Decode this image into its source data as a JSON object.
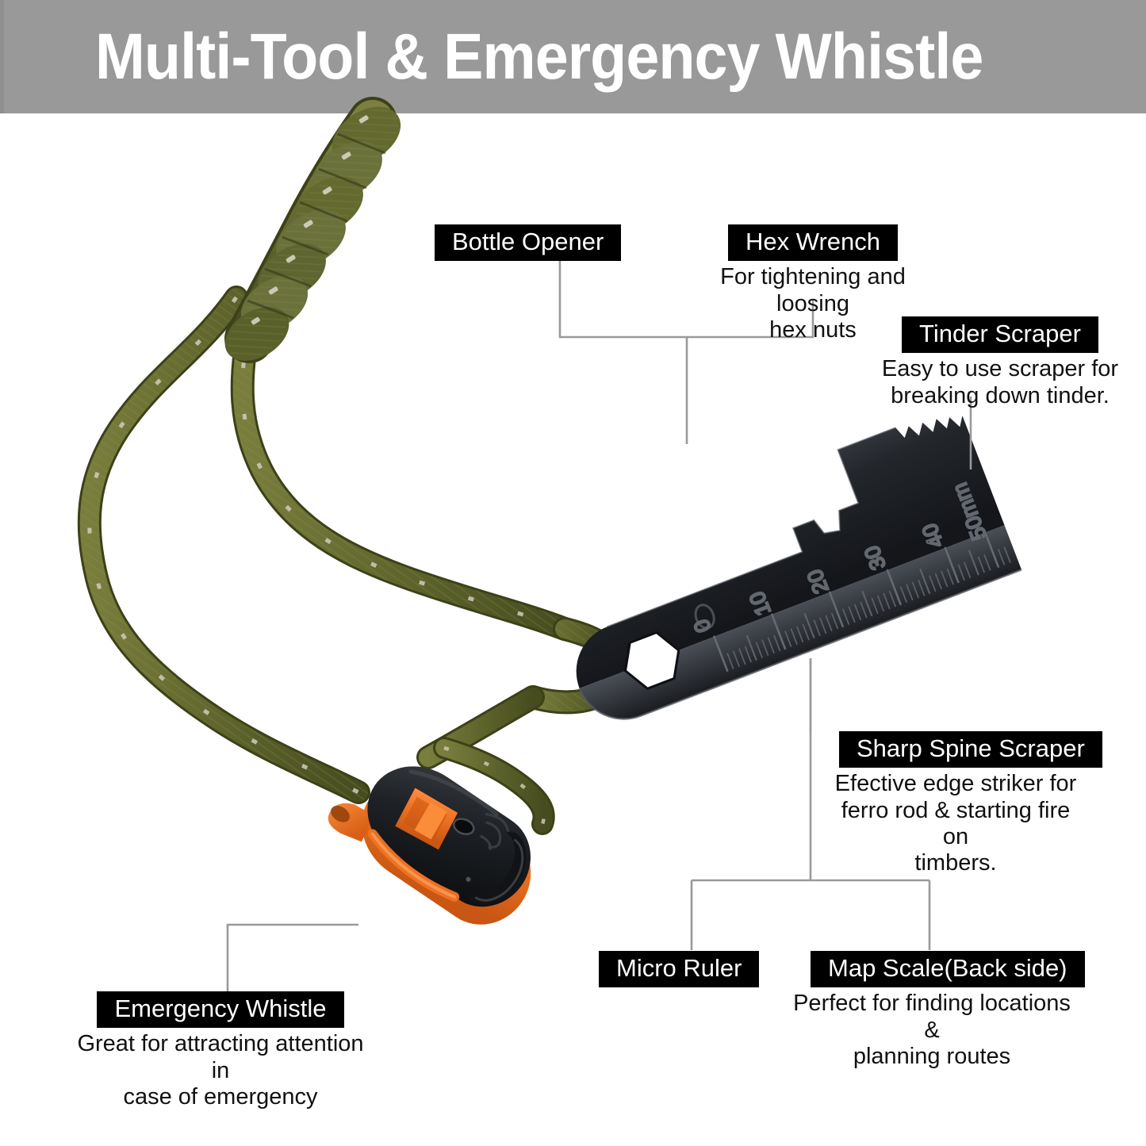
{
  "header": {
    "title": "Multi-Tool & Emergency Whistle",
    "background_color": "#999999",
    "text_color": "#ffffff"
  },
  "product": {
    "name": "Paracord Multi-Tool & Emergency Whistle",
    "cord_color": "#6b7033",
    "cord_accent_color": "#d8d6c4",
    "tool_color": "#24272b",
    "whistle_body_color": "#1d1f22",
    "whistle_accent_color": "#ef7424"
  },
  "ruler": {
    "unit_label": "50mm",
    "ticks": [
      "0",
      "10",
      "20",
      "30",
      "40",
      "50mm"
    ]
  },
  "callouts": [
    {
      "id": "bottle-opener",
      "title": "Bottle Opener",
      "description": ""
    },
    {
      "id": "hex-wrench",
      "title": "Hex Wrench",
      "description": "For tightening and loosing\nhex nuts"
    },
    {
      "id": "tinder-scraper",
      "title": "Tinder Scraper",
      "description": "Easy to use scraper for\nbreaking down tinder."
    },
    {
      "id": "sharp-spine-scraper",
      "title": "Sharp Spine Scraper",
      "description": "Efective edge striker for\nferro rod & starting fire on\ntimbers."
    },
    {
      "id": "micro-ruler",
      "title": "Micro Ruler",
      "description": ""
    },
    {
      "id": "map-scale",
      "title": "Map Scale(Back side)",
      "description": "Perfect for finding locations &\nplanning routes"
    },
    {
      "id": "emergency-whistle",
      "title": "Emergency Whistle",
      "description": "Great for attracting attention in\ncase of emergency"
    }
  ]
}
